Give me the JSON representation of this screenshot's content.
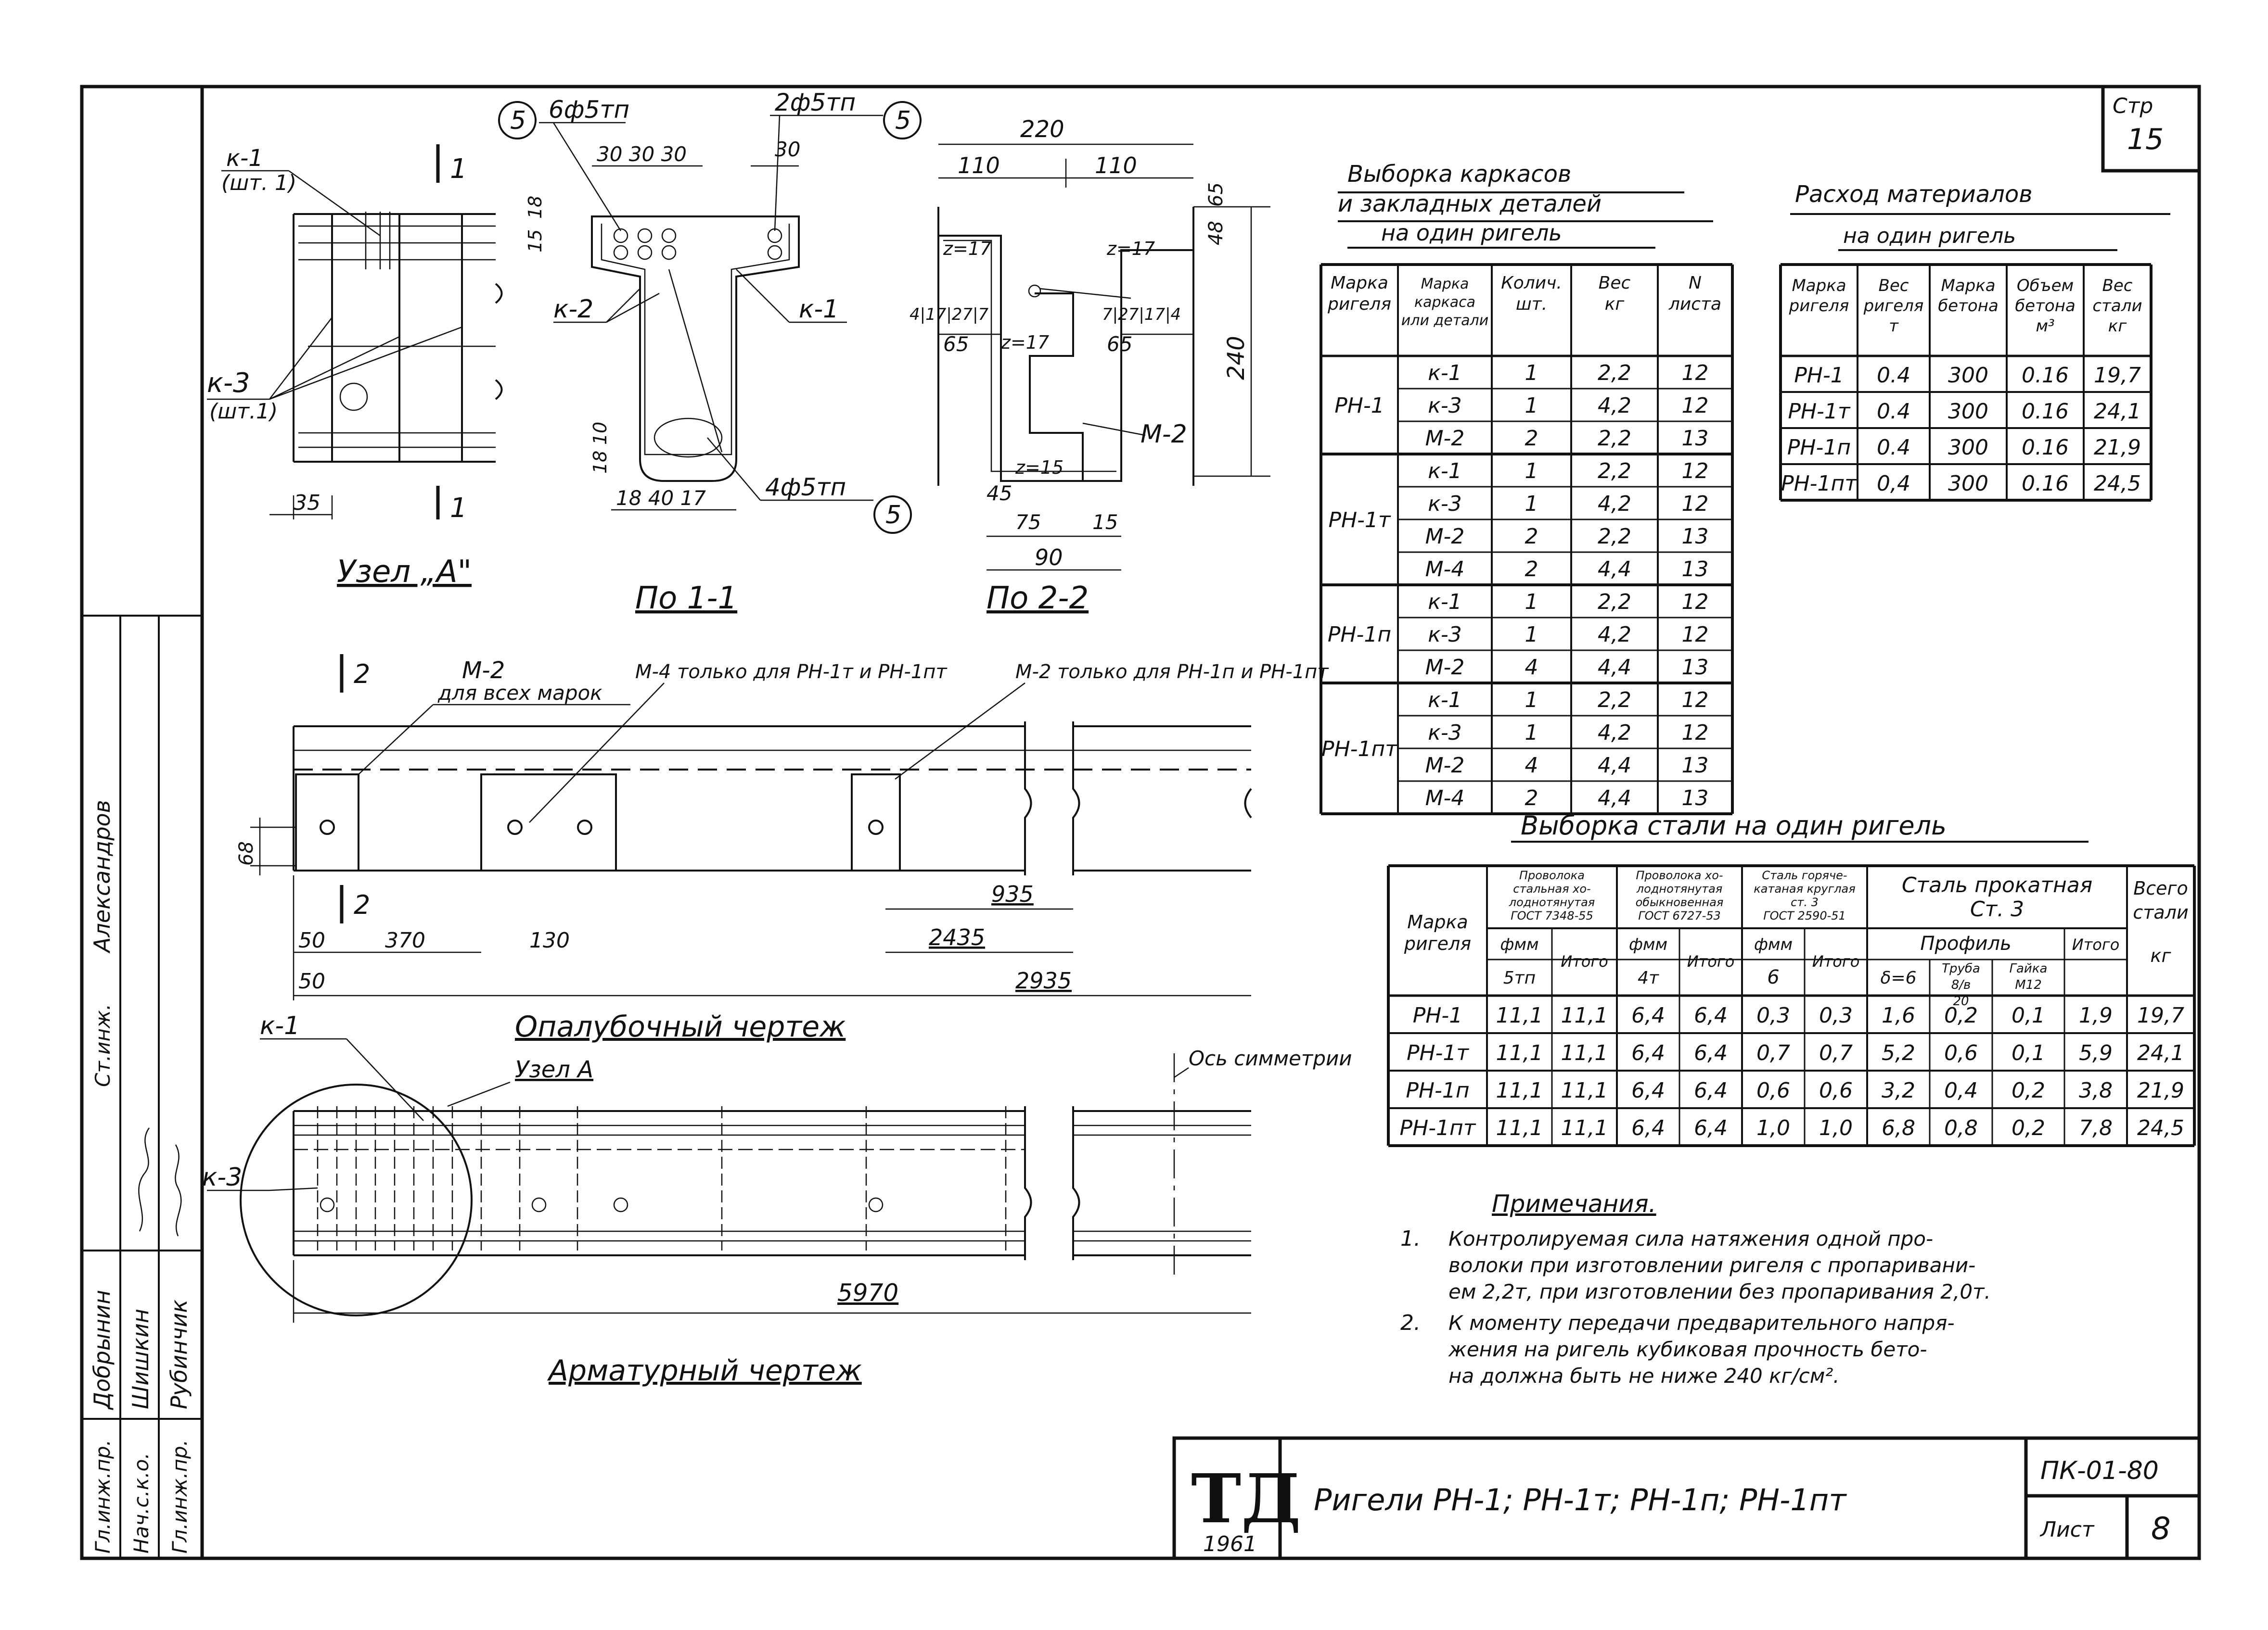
{
  "page_corner": {
    "label": "Стр",
    "number": "15"
  },
  "stamp": {
    "logo": "ТД",
    "year": "1961",
    "title": "Ригели РН-1; РН-1т; РН-1п; РН-1пт",
    "code": "ПК-01-80",
    "sheet_label": "Лист",
    "sheet_no": "8"
  },
  "signatures": [
    {
      "role": "Гл.инж.пр.",
      "name": "Добрынин"
    },
    {
      "role": "Нач.с.к.о.",
      "name": "Шишкин"
    },
    {
      "role": "Гл.инж.пр.",
      "name": "Рубинчик"
    },
    {
      "role": "Ст.инж.",
      "name": "Александров"
    }
  ],
  "drawings": {
    "node_a": {
      "title": "Узел „А\"",
      "frame_k1": "к-1",
      "frame_k1_count": "(шт. 1)",
      "frame_k3": "к-3",
      "frame_k3_count": "(шт.1)",
      "dim_35": "35",
      "section_mark": "1"
    },
    "section_1_1": {
      "title": "По 1-1",
      "bar_top_left": "6ф5тп",
      "bar_top_right": "2ф5тп",
      "bar_bottom": "4ф5тп",
      "circle_no": "5",
      "dim_spacing": "30 30 30",
      "dim_30": "30",
      "dim_15": "15",
      "dim_18": "18",
      "dim_10": "10",
      "dim_bottom": "18  40  17",
      "frame_k2": "к-2",
      "frame_k1": "к-1"
    },
    "section_2_2": {
      "title": "По 2-2",
      "dim_220": "220",
      "dim_110a": "110",
      "dim_110b": "110",
      "dim_z17a": "z=17",
      "dim_z17b": "z=17",
      "dim_z17c": "z=17",
      "dim_z15": "z=15",
      "dim_65a": "65",
      "dim_65b": "65",
      "dim_4_17": "4|17|27|7",
      "dim_7_27": "7|27|17|4",
      "dim_48": "48",
      "dim_65r": "65",
      "dim_240": "240",
      "dim_45": "45",
      "dim_75": "75",
      "dim_15": "15",
      "dim_90": "90",
      "plate": "М-2"
    },
    "formwork": {
      "title": "Опалубочный чертеж",
      "m2_all": "М-2",
      "m2_all_note": "для всех марок",
      "m4_only": "М-4 только для РН-1т и РН-1пт",
      "m2_only": "М-2 только для РН-1п и РН-1пт",
      "section_mark": "2",
      "dim_68": "68",
      "dim_50a": "50",
      "dim_370": "370",
      "dim_130": "130",
      "dim_935": "935",
      "dim_2435": "2435",
      "dim_50b": "50",
      "dim_2935": "2935"
    },
    "reinforcement": {
      "title": "Арматурный чертеж",
      "k1": "к-1",
      "node_a": "Узел А",
      "k3": "к-3",
      "axis": "Ось симметрии",
      "dim_5970": "5970"
    }
  },
  "table_frames": {
    "title_lines": [
      "Выборка каркасов",
      "и закладных деталей",
      "на один ригель"
    ],
    "headers": [
      "Марка ригеля",
      "Марка каркаса или детали",
      "Колич. шт.",
      "Вес кг",
      "N листа"
    ],
    "groups": [
      {
        "mark": "РН-1",
        "rows": [
          [
            "к-1",
            "1",
            "2,2",
            "12"
          ],
          [
            "к-3",
            "1",
            "4,2",
            "12"
          ],
          [
            "М-2",
            "2",
            "2,2",
            "13"
          ]
        ]
      },
      {
        "mark": "РН-1т",
        "rows": [
          [
            "к-1",
            "1",
            "2,2",
            "12"
          ],
          [
            "к-3",
            "1",
            "4,2",
            "12"
          ],
          [
            "М-2",
            "2",
            "2,2",
            "13"
          ],
          [
            "М-4",
            "2",
            "4,4",
            "13"
          ]
        ]
      },
      {
        "mark": "РН-1п",
        "rows": [
          [
            "к-1",
            "1",
            "2,2",
            "12"
          ],
          [
            "к-3",
            "1",
            "4,2",
            "12"
          ],
          [
            "М-2",
            "4",
            "4,4",
            "13"
          ]
        ]
      },
      {
        "mark": "РН-1пт",
        "rows": [
          [
            "к-1",
            "1",
            "2,2",
            "12"
          ],
          [
            "к-3",
            "1",
            "4,2",
            "12"
          ],
          [
            "М-2",
            "4",
            "4,4",
            "13"
          ],
          [
            "М-4",
            "2",
            "4,4",
            "13"
          ]
        ]
      }
    ]
  },
  "table_materials": {
    "title_lines": [
      "Расход материалов",
      "на один ригель"
    ],
    "headers": [
      "Марка ригеля",
      "Вес ригеля т",
      "Марка бетона",
      "Объем бетона м³",
      "Вес стали кг"
    ],
    "rows": [
      [
        "РН-1",
        "0.4",
        "300",
        "0.16",
        "19,7"
      ],
      [
        "РН-1т",
        "0.4",
        "300",
        "0.16",
        "24,1"
      ],
      [
        "РН-1п",
        "0.4",
        "300",
        "0.16",
        "21,9"
      ],
      [
        "РН-1пт",
        "0,4",
        "300",
        "0.16",
        "24,5"
      ]
    ]
  },
  "table_steel": {
    "title": "Выборка стали на один ригель",
    "col_mark": "Марка ригеля",
    "grp1": [
      "Проволока",
      "стальная хо-",
      "лоднотянутая",
      "ГОСТ 7348-55"
    ],
    "grp2": [
      "Проволока хо-",
      "лоднотянутая",
      "обыкновенная",
      "ГОСТ 6727-53"
    ],
    "grp3": [
      "Сталь горяче-",
      "катаная круглая",
      "ст. 3",
      "ГОСТ 2590-51"
    ],
    "grp4": [
      "Сталь прокатная",
      "Ст. 3"
    ],
    "col_total": "Всего стали кг",
    "sub_phi": "фмм",
    "sub_profile": "Профиль",
    "sub_5tp": "5тп",
    "sub_4t": "4т",
    "sub_6": "6",
    "sub_itogo": "Итого",
    "sub_d6": "δ=6",
    "sub_tube": "Труба 8/в 20",
    "sub_nut": "Гайка М12",
    "rows": [
      [
        "РН-1",
        "11,1",
        "11,1",
        "6,4",
        "6,4",
        "0,3",
        "0,3",
        "1,6",
        "0,2",
        "0,1",
        "1,9",
        "19,7"
      ],
      [
        "РН-1т",
        "11,1",
        "11,1",
        "6,4",
        "6,4",
        "0,7",
        "0,7",
        "5,2",
        "0,6",
        "0,1",
        "5,9",
        "24,1"
      ],
      [
        "РН-1п",
        "11,1",
        "11,1",
        "6,4",
        "6,4",
        "0,6",
        "0,6",
        "3,2",
        "0,4",
        "0,2",
        "3,8",
        "21,9"
      ],
      [
        "РН-1пт",
        "11,1",
        "11,1",
        "6,4",
        "6,4",
        "1,0",
        "1,0",
        "6,8",
        "0,8",
        "0,2",
        "7,8",
        "24,5"
      ]
    ]
  },
  "notes": {
    "title": "Примечания.",
    "items": [
      {
        "no": "1.",
        "lines": [
          "Контролируемая сила натяжения одной про-",
          "волоки при изготовлении ригеля с пропаривани-",
          "ем 2,2т, при изготовлении без пропаривания 2,0т."
        ]
      },
      {
        "no": "2.",
        "lines": [
          "К моменту передачи предварительного напря-",
          "жения на ригель кубиковая прочность бето-",
          "на должна быть не ниже 240 кг/см²."
        ]
      }
    ]
  }
}
